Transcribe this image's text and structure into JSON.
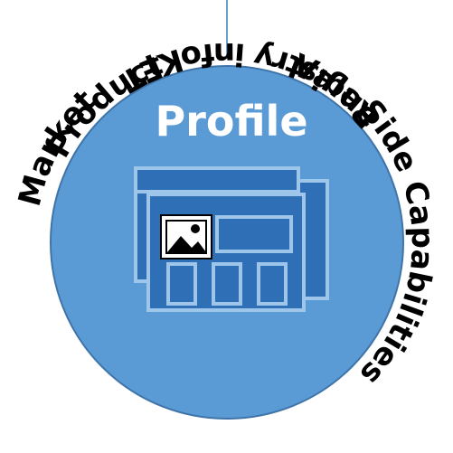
{
  "title": "Profile",
  "ring_labels": {
    "product": "Product",
    "value": "Value",
    "side_capabilities": "Side Capabilities",
    "registry": "Registry infoKET",
    "market": "Market"
  },
  "icons": {
    "profile": "web-page-layout-icon",
    "image": "picture-icon"
  },
  "colors": {
    "circle_fill": "#5b9bd5",
    "circle_stroke": "#3f74a8",
    "title": "#ffffff",
    "icon_dark": "#2e6fb5",
    "icon_light": "#9ec5ea",
    "connector": "#6a9fd0"
  }
}
